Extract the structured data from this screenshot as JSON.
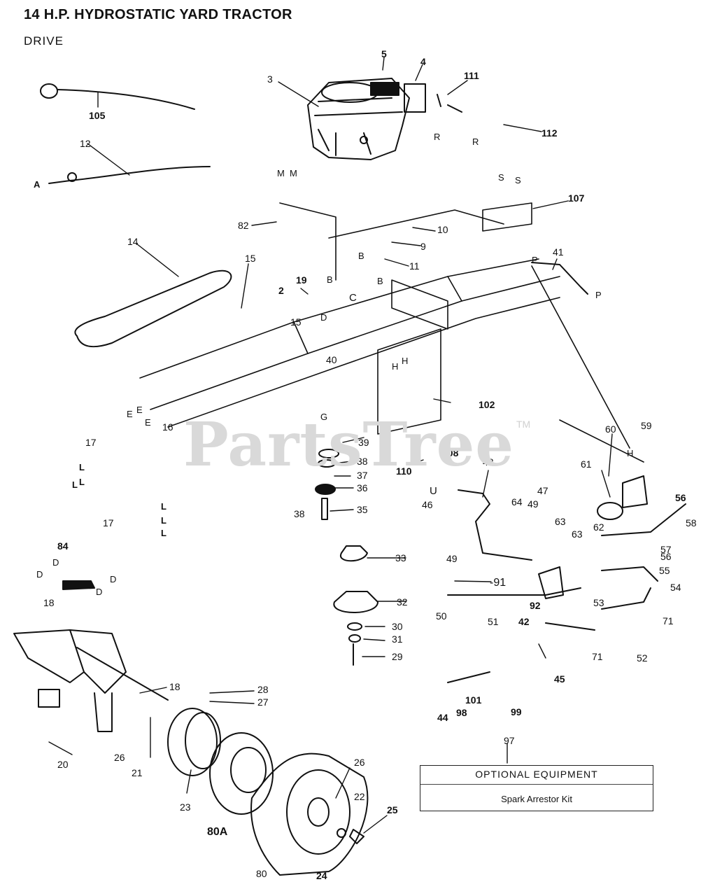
{
  "title": "14 H.P. HYDROSTATIC YARD TRACTOR",
  "subtitle": "DRIVE",
  "watermark": "PartsTree",
  "watermark_tm": "TM",
  "optional_box": {
    "ref": "97",
    "header": "OPTIONAL EQUIPMENT",
    "item": "Spark Arrestor Kit"
  },
  "callouts": {
    "c3": "3",
    "c4": "4",
    "c5": "5",
    "c111": "111",
    "c112": "112",
    "c105": "105",
    "c12": "12",
    "c107": "107",
    "c82": "82",
    "c10": "10",
    "c9": "9",
    "c11": "11",
    "c41": "41",
    "c14": "14",
    "c15a": "15",
    "c19": "19",
    "c2": "2",
    "c15b": "15",
    "c40": "40",
    "c102": "102",
    "c16": "16",
    "c17a": "17",
    "c17b": "17",
    "c39": "39",
    "c38a": "38",
    "c37": "37",
    "c36": "36",
    "c38b": "38",
    "c35": "35",
    "c108": "108",
    "c110": "110",
    "c48": "48",
    "c46": "46",
    "c60": "60",
    "c59": "59",
    "c61": "61",
    "c56a": "56",
    "c58": "58",
    "c62": "62",
    "c57": "57",
    "c56b": "56",
    "c55": "55",
    "c54": "54",
    "c53": "53",
    "c71a": "71",
    "c71b": "71",
    "c52": "52",
    "c47": "47",
    "c64": "64",
    "c49a": "49",
    "c63a": "63",
    "c63b": "63",
    "c33": "33",
    "c49b": "49",
    "c91": "-91",
    "c84": "84",
    "c32": "32",
    "c50": "50",
    "c51": "51",
    "c92": "92",
    "c42": "42",
    "c30": "30",
    "c31": "31",
    "c29": "29",
    "c45": "45",
    "c18a": "18",
    "c18b": "18",
    "c28": "28",
    "c27": "27",
    "c101": "101",
    "c99": "99",
    "c44": "44",
    "c98": "98",
    "c20": "20",
    "c26a": "26",
    "c21": "21",
    "c23": "23",
    "c80A": "80A",
    "c26b": "26",
    "c22": "22",
    "c25": "25",
    "c80": "80",
    "c24": "24"
  },
  "letters": {
    "R1": "R",
    "R2": "R",
    "A": "A",
    "M1": "M",
    "M2": "M",
    "S1": "S",
    "S2": "S",
    "P1": "P",
    "P2": "P",
    "B1": "B",
    "B2": "B",
    "B3": "B",
    "C": "C",
    "D1": "D",
    "H1": "H",
    "H2": "H",
    "G": "G",
    "U": "U",
    "E1": "E",
    "E2": "E",
    "E3": "E",
    "L1": "L",
    "L2": "L",
    "L3": "L",
    "L4": "L",
    "L5": "L",
    "L6": "L",
    "H3": "H",
    "D2": "D",
    "D3": "D",
    "D4": "D",
    "D5": "D"
  }
}
